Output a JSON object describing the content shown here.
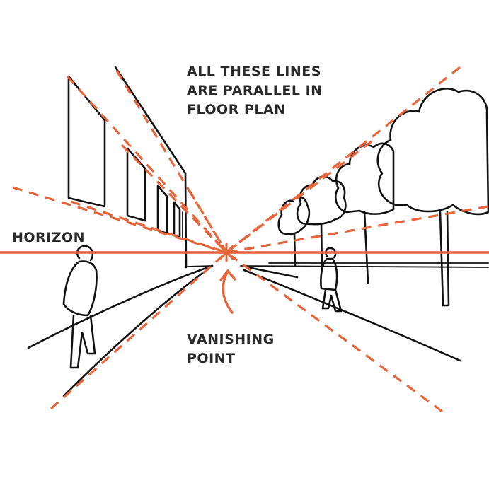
{
  "colors": {
    "accent": "#E8643A",
    "ink": "#111111",
    "text": "#2A2A2A",
    "background": "#FFFFFF"
  },
  "labels": {
    "parallel_line1": "ALL THESE LINES",
    "parallel_line2": "ARE PARALLEL IN",
    "parallel_line3": "FLOOR PLAN",
    "horizon": "HORIZON",
    "vanishing_line1": "VANISHING",
    "vanishing_line2": "POINT"
  }
}
